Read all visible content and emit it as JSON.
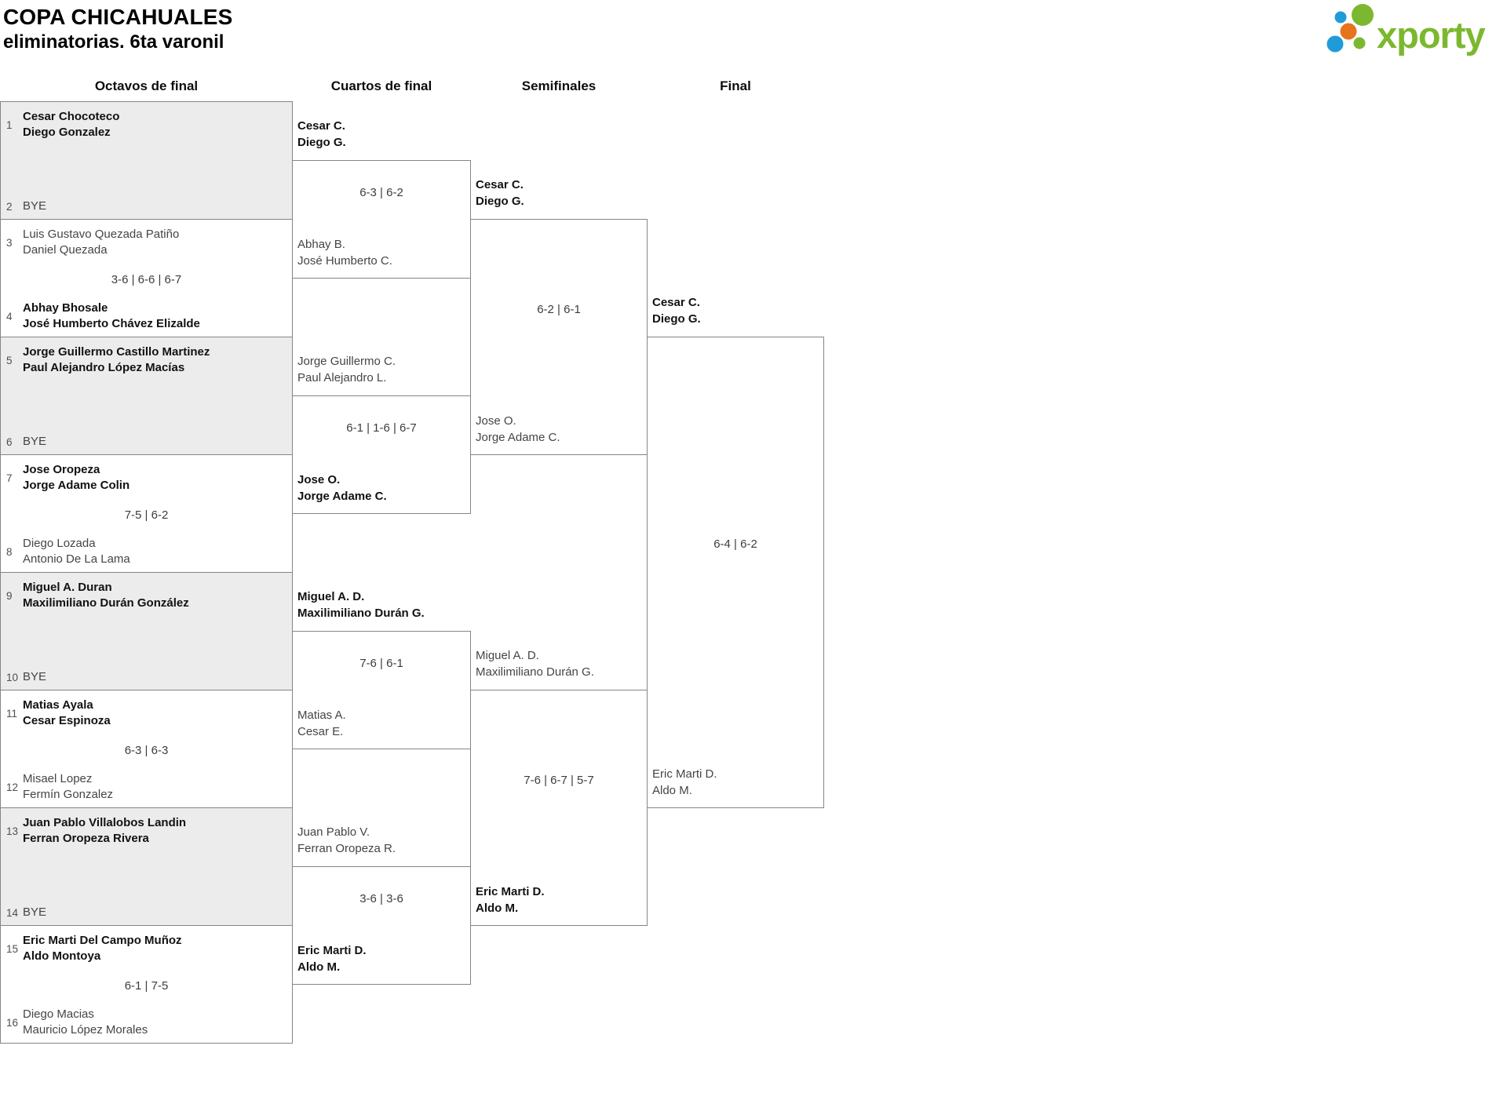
{
  "header": {
    "title": "COPA CHICAHUALES",
    "subtitle": "eliminatorias. 6ta varonil"
  },
  "logo": {
    "text": "xporty",
    "green": "#7cb82f",
    "blue": "#1f9cd7",
    "orange": "#e6731e"
  },
  "round_headers": [
    "Octavos de final",
    "Cuartos de final",
    "Semifinales",
    "Final"
  ],
  "octavos": [
    {
      "seed1": "1",
      "team1": [
        "Cesar Chocoteco",
        "Diego Gonzalez"
      ],
      "seed2": "2",
      "team2": [
        "BYE"
      ],
      "winner": "team1"
    },
    {
      "seed1": "3",
      "team1": [
        "Luis Gustavo Quezada Patiño",
        "Daniel Quezada"
      ],
      "seed2": "4",
      "team2": [
        "Abhay Bhosale",
        "José Humberto Chávez Elizalde"
      ],
      "score": "3-6 | 6-6 | 6-7",
      "winner": "team2"
    },
    {
      "seed1": "5",
      "team1": [
        "Jorge Guillermo Castillo Martinez",
        "Paul Alejandro López Macías"
      ],
      "seed2": "6",
      "team2": [
        "BYE"
      ],
      "winner": "team1"
    },
    {
      "seed1": "7",
      "team1": [
        "Jose Oropeza",
        "Jorge Adame Colin"
      ],
      "seed2": "8",
      "team2": [
        "Diego Lozada",
        "Antonio De La Lama"
      ],
      "score": "7-5 | 6-2",
      "winner": "team1"
    },
    {
      "seed1": "9",
      "team1": [
        "Miguel A. Duran",
        "Maxilimiliano Durán González"
      ],
      "seed2": "10",
      "team2": [
        "BYE"
      ],
      "winner": "team1"
    },
    {
      "seed1": "11",
      "team1": [
        "Matias Ayala",
        "Cesar Espinoza"
      ],
      "seed2": "12",
      "team2": [
        "Misael Lopez",
        "Fermín Gonzalez"
      ],
      "score": "6-3 | 6-3",
      "winner": "team1"
    },
    {
      "seed1": "13",
      "team1": [
        "Juan Pablo Villalobos Landin",
        "Ferran Oropeza Rivera"
      ],
      "seed2": "14",
      "team2": [
        "BYE"
      ],
      "winner": "team1"
    },
    {
      "seed1": "15",
      "team1": [
        "Eric Marti Del Campo Muñoz",
        "Aldo Montoya"
      ],
      "seed2": "16",
      "team2": [
        "Diego Macias",
        "Mauricio López Morales"
      ],
      "score": "6-1 | 7-5",
      "winner": "team1"
    }
  ],
  "cuartos": [
    {
      "team1": [
        "Cesar C.",
        "Diego G."
      ],
      "team2": [
        "Abhay B.",
        "José Humberto C."
      ],
      "score": "6-3 | 6-2",
      "winner": "team1"
    },
    {
      "team1": [
        "Jorge Guillermo C.",
        "Paul Alejandro L."
      ],
      "team2": [
        "Jose O.",
        "Jorge Adame C."
      ],
      "score": "6-1 | 1-6 | 6-7",
      "winner": "team2"
    },
    {
      "team1": [
        "Miguel A. D.",
        "Maxilimiliano Durán G."
      ],
      "team2": [
        "Matias A.",
        "Cesar E."
      ],
      "score": "7-6 | 6-1",
      "winner": "team1"
    },
    {
      "team1": [
        "Juan Pablo V.",
        "Ferran Oropeza R."
      ],
      "team2": [
        "Eric Marti D.",
        "Aldo M."
      ],
      "score": "3-6 | 3-6",
      "winner": "team2"
    }
  ],
  "semifinales": [
    {
      "team1": [
        "Cesar C.",
        "Diego G."
      ],
      "team2": [
        "Jose O.",
        "Jorge Adame C."
      ],
      "score": "6-2 | 6-1",
      "winner": "team1"
    },
    {
      "team1": [
        "Miguel A. D.",
        "Maxilimiliano Durán G."
      ],
      "team2": [
        "Eric Marti D.",
        "Aldo M."
      ],
      "score": "7-6 | 6-7 | 5-7",
      "winner": "team2"
    }
  ],
  "final": {
    "team1": [
      "Cesar C.",
      "Diego G."
    ],
    "team2": [
      "Eric Marti D.",
      "Aldo M."
    ],
    "score": "6-4 | 6-2",
    "winner": "team1"
  }
}
